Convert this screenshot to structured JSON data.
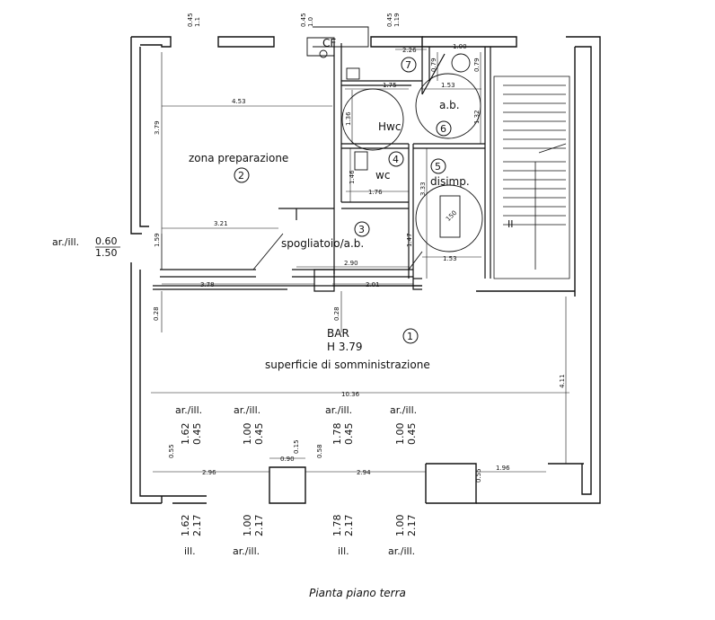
{
  "caption": "Pianta piano terra",
  "rooms": [
    {
      "number": "1",
      "name": "BAR",
      "height": "H 3.79",
      "description": "superficie di somministrazione"
    },
    {
      "number": "2",
      "name": "zona preparazione"
    },
    {
      "number": "3",
      "name": "spogliatoio/a.b."
    },
    {
      "number": "4",
      "name": "wc"
    },
    {
      "number": "5",
      "name": "disimp."
    },
    {
      "number": "6",
      "name": "a.b."
    },
    {
      "number": "7",
      "name": "Hwc"
    }
  ],
  "labels": {
    "cf": "CF",
    "hwc": "Hwc",
    "stair_mark": "II",
    "turning_circle": "150"
  },
  "side_window": {
    "ratio": "ar./ill.",
    "top": "0.60",
    "bottom": "1.50"
  },
  "top_marks": [
    "0.45",
    "0.45",
    "0.45"
  ],
  "top_marks_b": [
    "1.1",
    "1.0",
    "1.19"
  ],
  "front_openings": [
    {
      "label": "ar./ill.",
      "a": "1.62",
      "b": "0.45"
    },
    {
      "label": "ar./ill.",
      "a": "1.00",
      "b": "0.45"
    },
    {
      "label": "ar./ill.",
      "a": "1.78",
      "b": "0.45"
    },
    {
      "label": "ar./ill.",
      "a": "1.00",
      "b": "0.45"
    }
  ],
  "bottom_openings": [
    {
      "a": "1.62",
      "b": "2.17",
      "label": "ill."
    },
    {
      "a": "1.00",
      "b": "2.17",
      "label": "ar./ill."
    },
    {
      "a": "1.78",
      "b": "2.17",
      "label": "ill."
    },
    {
      "a": "1.00",
      "b": "2.17",
      "label": "ar./ill."
    }
  ],
  "dimensions": {
    "d453": "4.53",
    "d379": "3.79",
    "d321": "3.21",
    "d159": "1.59",
    "d378": "3.78",
    "d201": "2.01",
    "d028a": "0.28",
    "d028b": "0.28",
    "d290": "2.90",
    "d147": "1.47",
    "d176": "1.76",
    "d146": "1.46",
    "d175": "1.75",
    "d136": "1.36",
    "d153a": "1.53",
    "d132": "1.32",
    "d100": "1.00",
    "d226": "2.26",
    "d079a": "0.79",
    "d079b": "0.79",
    "d353": "3.33",
    "d153b": "1.53",
    "d1036": "10.36",
    "d411": "4.11",
    "d296": "2.96",
    "d294": "2.94",
    "d090": "0.90",
    "d196": "1.96",
    "d055a": "0.55",
    "d058": "0.58",
    "d015": "0.15",
    "d055b": "0.55"
  }
}
